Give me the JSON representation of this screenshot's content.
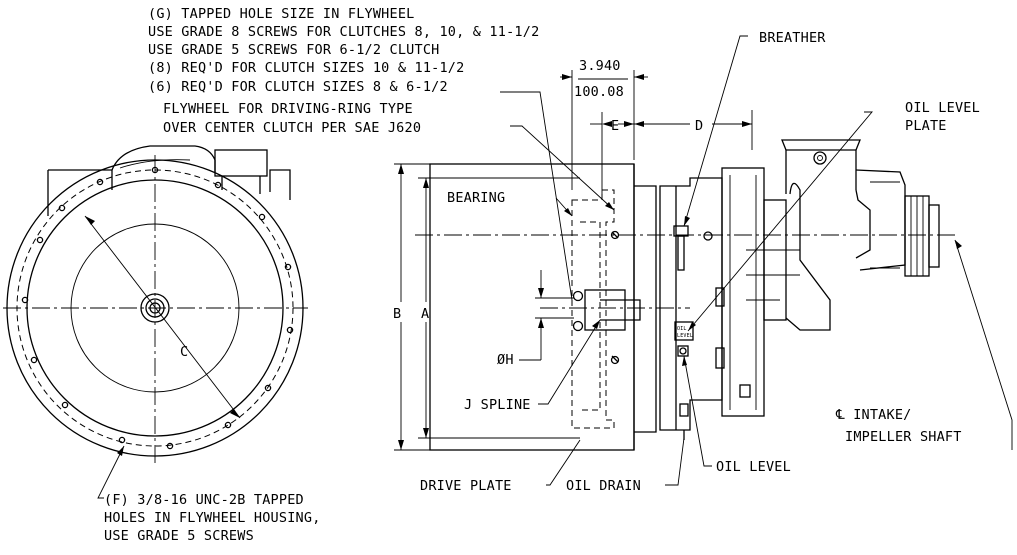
{
  "notes": {
    "tapped_hole": [
      "(G) TAPPED HOLE SIZE IN FLYWHEEL",
      "USE GRADE 8 SCREWS FOR CLUTCHES 8, 10, & 11-1/2",
      "USE GRADE 5 SCREWS FOR 6-1/2 CLUTCH",
      "(8) REQ'D FOR CLUTCH SIZES 10 & 11-1/2",
      "(6) REQ'D FOR CLUTCH SIZES 8 & 6-1/2"
    ],
    "flywheel": [
      "FLYWHEEL FOR DRIVING-RING TYPE",
      "OVER CENTER CLUTCH PER SAE J620"
    ],
    "housing_holes": [
      "(F) 3/8-16 UNC-2B TAPPED",
      "HOLES IN FLYWHEEL HOUSING,",
      "USE GRADE 5 SCREWS"
    ]
  },
  "dimensions": {
    "inch": "3.940",
    "mm": "100.08"
  },
  "labels": {
    "breather": "BREATHER",
    "oil_level_plate": [
      "OIL LEVEL",
      "PLATE"
    ],
    "bearing": "BEARING",
    "dim_e": "E",
    "dim_d": "D",
    "dim_b": "B",
    "dim_a": "A",
    "dim_c": "C",
    "dim_h": "ØH",
    "j_spline": "J SPLINE",
    "drive_plate": "DRIVE PLATE",
    "oil_drain": "OIL DRAIN",
    "oil_level": "OIL LEVEL",
    "intake": [
      "℄ INTAKE/",
      "IMPELLER SHAFT"
    ],
    "oil_level_plate_text": [
      "OIL",
      "LEVEL"
    ]
  }
}
